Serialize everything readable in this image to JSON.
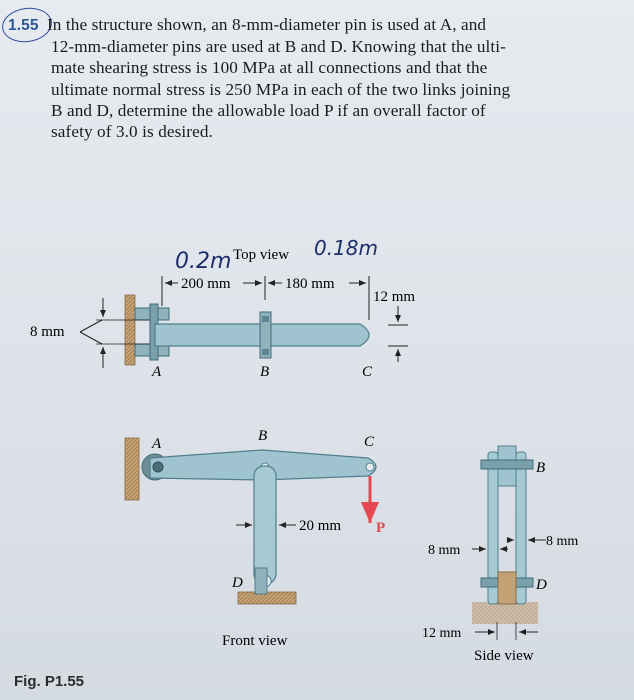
{
  "problem": {
    "number": "1.55",
    "lines": [
      "In the structure shown, an 8-mm-diameter pin is used at A, and",
      "12-mm-diameter pins are used at B and D. Knowing that the ulti-",
      "mate shearing stress is 100 MPa at all connections and that the",
      "ultimate normal stress is 250 MPa in each of the two links joining",
      "B and D, determine the allowable load P if an overall factor of",
      "safety of 3.0 is desired."
    ]
  },
  "figure": {
    "label": "Fig. P1.55",
    "top_view": {
      "title": "Top view",
      "dim_ab": "200 mm",
      "dim_bc": "180 mm",
      "dim_thickness": "12 mm",
      "dim_pin": "8 mm",
      "point_a": "A",
      "point_b": "B",
      "point_c": "C",
      "handwritten_left": "0.2m",
      "handwritten_right": "0.18m"
    },
    "front_view": {
      "title": "Front view",
      "point_a": "A",
      "point_b": "B",
      "point_c": "C",
      "point_d": "D",
      "dim_link": "20 mm",
      "load": "P"
    },
    "side_view": {
      "title": "Side view",
      "point_b": "B",
      "point_d": "D",
      "dim_left": "8 mm",
      "dim_right": "8 mm",
      "dim_bottom": "12 mm"
    },
    "colors": {
      "member": "#9fc4cf",
      "member_edge": "#4f7f8c",
      "load": "#e6484f",
      "wall": "#b8966c"
    }
  }
}
